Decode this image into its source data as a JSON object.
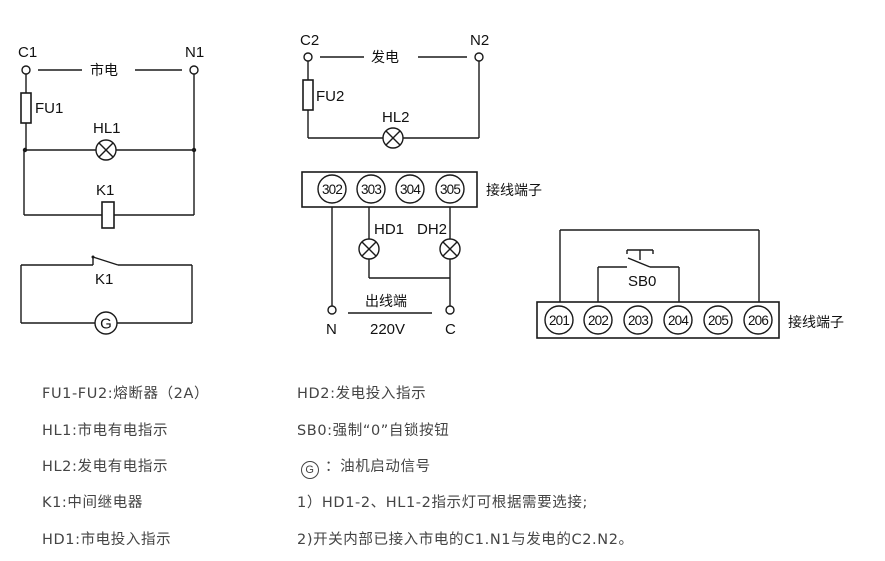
{
  "circuit_mains": {
    "left_terminal": "C1",
    "right_terminal": "N1",
    "source_label": "市电",
    "fuse": "FU1",
    "lamp": "HL1",
    "relay_coil": "K1"
  },
  "circuit_generator_signal": {
    "contact": "K1",
    "generator_symbol": "G"
  },
  "circuit_generator": {
    "left_terminal": "C2",
    "right_terminal": "N2",
    "source_label": "发电",
    "fuse": "FU2",
    "lamp": "HL2"
  },
  "terminal_block_300": {
    "terminals": [
      "302",
      "303",
      "304",
      "305"
    ],
    "label": "接线端子",
    "lamps": [
      "HD1",
      "DH2"
    ],
    "output_label": "出线端",
    "output_voltage": "220V",
    "output_left": "N",
    "output_right": "C"
  },
  "terminal_block_200": {
    "terminals": [
      "201",
      "202",
      "203",
      "204",
      "205",
      "206"
    ],
    "label": "接线端子",
    "button": "SB0"
  },
  "legend": {
    "left": [
      "FU1-FU2:熔断器（2A）",
      "HL1:市电有电指示",
      "HL2:发电有电指示",
      "K1:中间继电器",
      "HD1:市电投入指示"
    ],
    "right": [
      "HD2:发电投入指示",
      "SB0:强制“0”自锁按钮",
      "：油机启动信号",
      "1）HD1-2、HL1-2指示灯可根据需要选接;",
      "2)开关内部已接入市电的C1.N1与发电的C2.N2。"
    ],
    "g_symbol": "G"
  }
}
